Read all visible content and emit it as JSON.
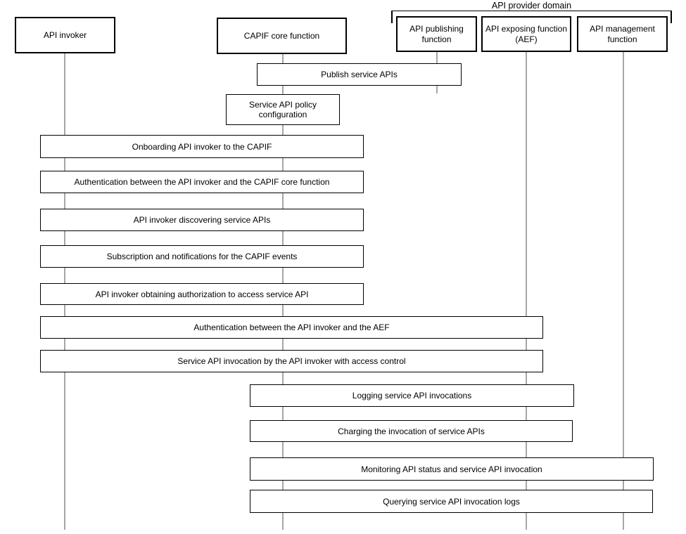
{
  "diagram": {
    "provider_domain": {
      "label": "API provider domain"
    },
    "actors": [
      {
        "name": "api-invoker",
        "lines": [
          "API invoker"
        ]
      },
      {
        "name": "capif-core-function",
        "lines": [
          "CAPIF core function"
        ]
      },
      {
        "name": "api-publishing-function",
        "lines": [
          "API publishing",
          "function"
        ]
      },
      {
        "name": "api-exposing-function",
        "lines": [
          "API exposing function",
          "(AEF)"
        ]
      },
      {
        "name": "api-management-function",
        "lines": [
          "API management",
          "function"
        ]
      }
    ],
    "activities": [
      {
        "label": "Publish service APIs"
      },
      {
        "label": "Service API policy configuration"
      },
      {
        "label": "Onboarding API invoker to the CAPIF"
      },
      {
        "label": "Authentication between the API invoker and the CAPIF core function"
      },
      {
        "label": "API invoker discovering service APIs"
      },
      {
        "label": "Subscription and notifications for the CAPIF events"
      },
      {
        "label": "API invoker obtaining authorization to access service API"
      },
      {
        "label": "Authentication between the API invoker and the AEF"
      },
      {
        "label": "Service API invocation by the API invoker with access control"
      },
      {
        "label": "Logging service API invocations"
      },
      {
        "label": "Charging the invocation of service APIs"
      },
      {
        "label": "Monitoring API status and service API invocation"
      },
      {
        "label": "Querying service API invocation logs"
      }
    ],
    "colors": {
      "lifeline": "#a6a6a6",
      "border": "#000000",
      "background": "#ffffff",
      "text": "#000000"
    }
  }
}
